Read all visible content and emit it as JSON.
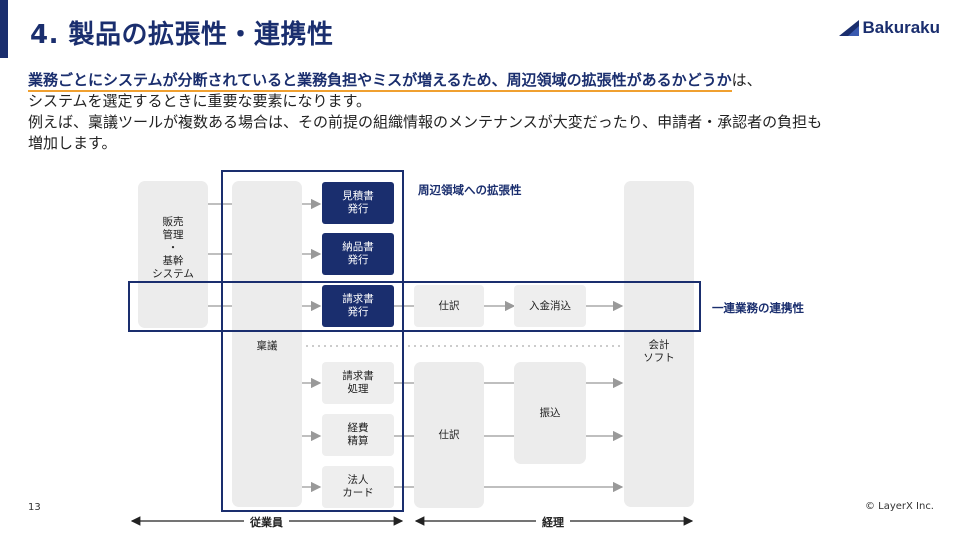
{
  "header": {
    "title": "4. 製品の拡張性・連携性",
    "logo_text": "Bakuraku"
  },
  "body": {
    "highlight": "業務ごとにシステムが分断されていると業務負担やミスが増えるため、周辺領域の拡張性があるかどうか",
    "line1_suffix": "は、",
    "line2": "システムを選定するときに重要な要素になります。",
    "line3": "例えば、稟議ツールが複数ある場合は、その前提の組織情報のメンテナンスが大変だったり、申請者・承認者の負担も",
    "line4": "増加します。"
  },
  "diagram": {
    "sales_system": "販売\n管理\n・\n基幹\nシステム",
    "ringi": "稟議",
    "quote": "見積書\n発行",
    "delivery": "納品書\n発行",
    "invoice_issue": "請求書\n発行",
    "invoice_process": "請求書\n処理",
    "expense": "経費\n精算",
    "corp_card": "法人\nカード",
    "journal_top": "仕訳",
    "payment_match": "入金消込",
    "journal_bottom": "仕訳",
    "transfer": "振込",
    "accounting": "会計\nソフト",
    "annotation_peripheral": "周辺領域への拡張性",
    "annotation_integration": "一連業務の連携性",
    "employees": "従業員",
    "accounting_dept": "経理"
  },
  "footer": {
    "page_number": "13",
    "copyright": "© LayerX Inc."
  },
  "colors": {
    "navy": "#1a2e6e",
    "underline": "#f0a030",
    "grey_box": "#ececec"
  }
}
